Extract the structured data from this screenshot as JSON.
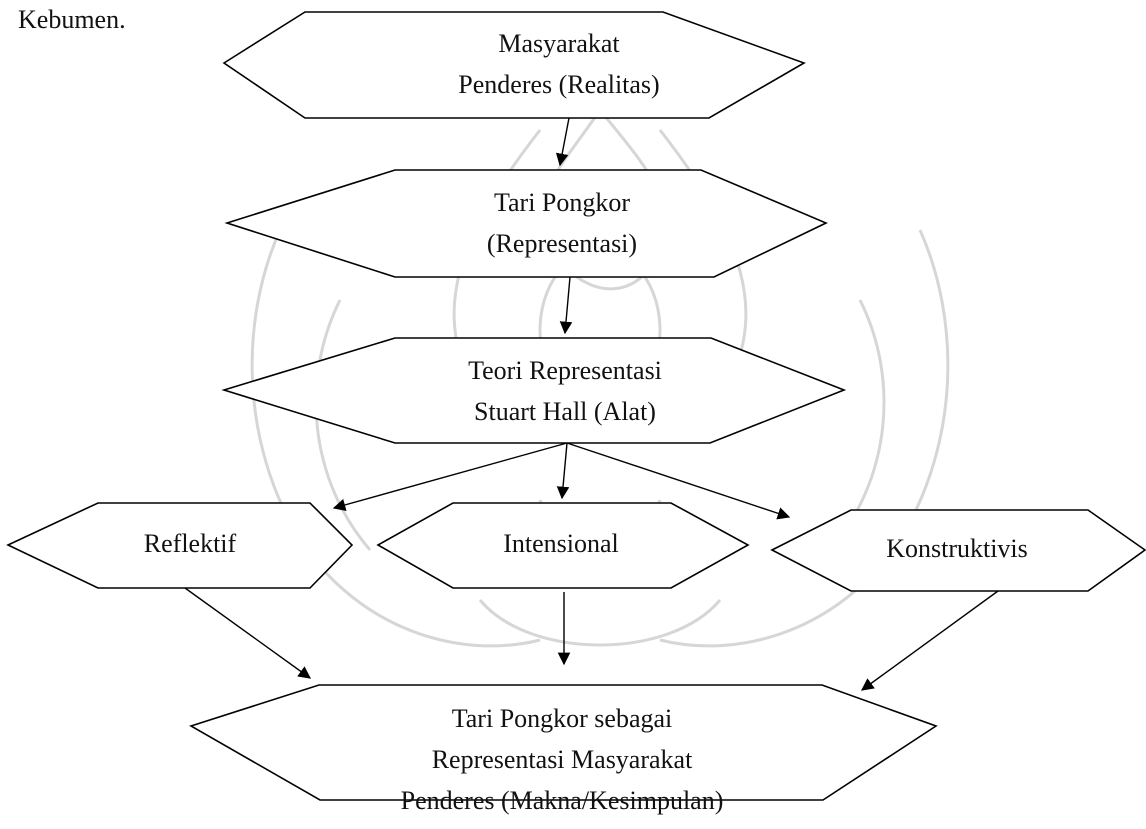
{
  "header_fragment": "Kebumen.",
  "nodes": {
    "realitas": [
      "Masyarakat",
      "Penderes (Realitas)"
    ],
    "representasi": [
      "Tari Pongkor",
      "(Representasi)"
    ],
    "alat": [
      "Teori Representasi",
      "Stuart Hall (Alat)"
    ],
    "reflektif": [
      "Reflektif"
    ],
    "intensional": [
      "Intensional"
    ],
    "konstruktivis": [
      "Konstruktivis"
    ],
    "kesimpulan": [
      "Tari Pongkor sebagai",
      "Representasi Masyarakat",
      "Penderes (Makna/Kesimpulan)"
    ]
  },
  "colors": {
    "line": "#000000",
    "watermark": "#d6d6d6",
    "text": "#111111"
  }
}
